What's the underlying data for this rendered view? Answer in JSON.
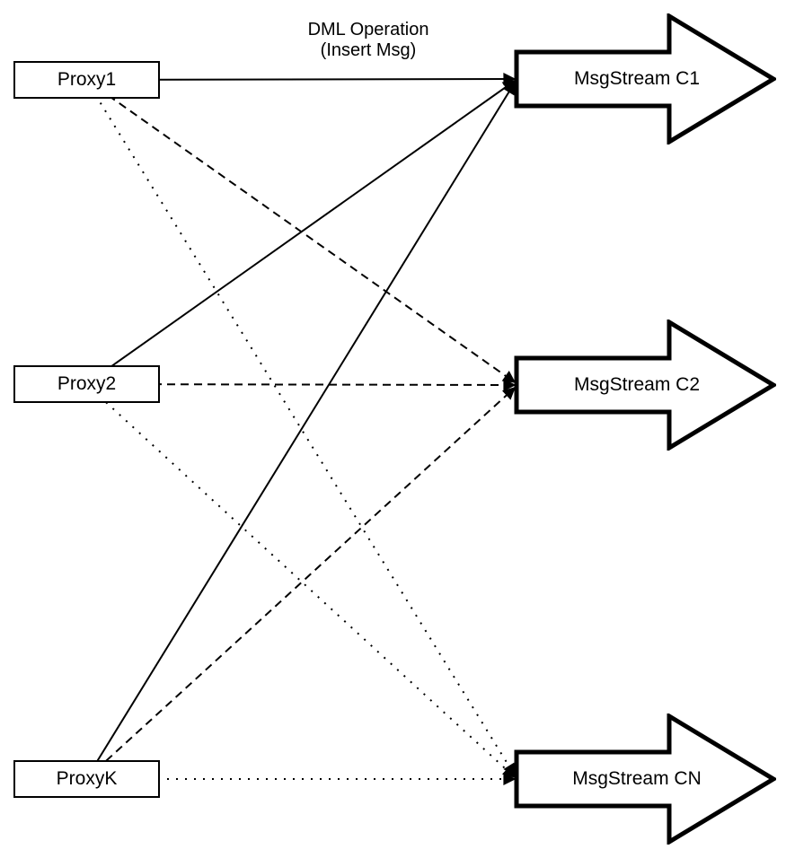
{
  "diagram": {
    "edge_label": {
      "line1": "DML Operation",
      "line2": "(Insert Msg)"
    },
    "proxies": [
      {
        "label": "Proxy1"
      },
      {
        "label": "Proxy2"
      },
      {
        "label": "ProxyK"
      }
    ],
    "streams": [
      {
        "label": "MsgStream C1"
      },
      {
        "label": "MsgStream C2"
      },
      {
        "label": "MsgStream CN"
      }
    ],
    "edges": [
      {
        "from": "Proxy1",
        "to": "MsgStream C1",
        "style": "solid",
        "label": "DML Operation (Insert Msg)"
      },
      {
        "from": "Proxy2",
        "to": "MsgStream C1",
        "style": "solid"
      },
      {
        "from": "ProxyK",
        "to": "MsgStream C1",
        "style": "solid"
      },
      {
        "from": "Proxy1",
        "to": "MsgStream C2",
        "style": "dashed"
      },
      {
        "from": "Proxy2",
        "to": "MsgStream C2",
        "style": "dashed"
      },
      {
        "from": "ProxyK",
        "to": "MsgStream C2",
        "style": "dashed"
      },
      {
        "from": "Proxy1",
        "to": "MsgStream CN",
        "style": "dotted"
      },
      {
        "from": "Proxy2",
        "to": "MsgStream CN",
        "style": "dotted"
      },
      {
        "from": "ProxyK",
        "to": "MsgStream CN",
        "style": "dotted"
      }
    ],
    "colors": {
      "line": "#000000",
      "shape_border": "#000000",
      "shape_fill": "#ffffff",
      "background": "#ffffff",
      "text": "#000000"
    }
  }
}
